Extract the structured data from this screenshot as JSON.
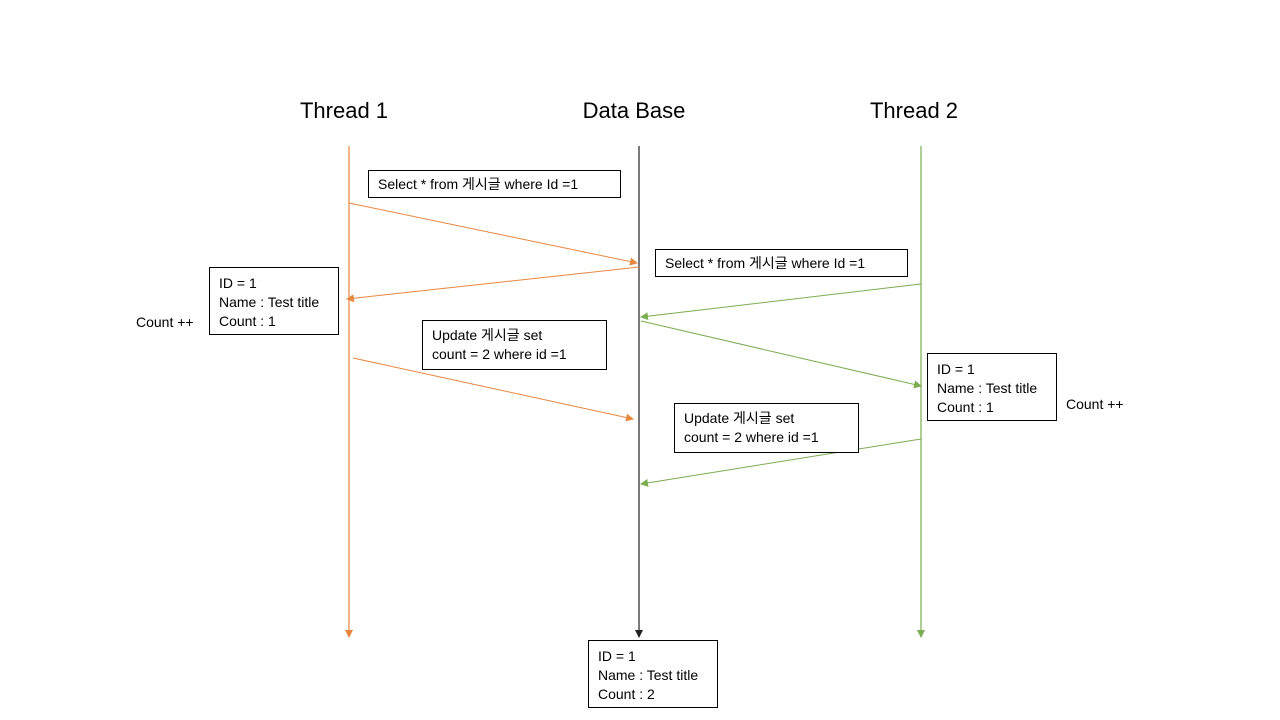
{
  "lanes": {
    "thread1": "Thread 1",
    "database": "Data Base",
    "thread2": "Thread 2"
  },
  "colors": {
    "thread1": "#e8873e",
    "database": "#222222",
    "thread2": "#7aad4f"
  },
  "messages": {
    "t1_select": "Select * from 게시글 where Id =1",
    "t2_select": "Select * from 게시글 where Id =1",
    "t1_update": [
      "Update 게시글 set",
      "count = 2 where id =1"
    ],
    "t2_update": [
      "Update 게시글 set",
      "count = 2 where id =1"
    ]
  },
  "records": {
    "t1_result": [
      "ID = 1",
      "Name : Test title",
      "Count : 1"
    ],
    "t2_result": [
      "ID = 1",
      "Name : Test title",
      "Count : 1"
    ],
    "db_final": [
      "ID = 1",
      "Name : Test title",
      "Count : 2"
    ]
  },
  "notes": {
    "t1_count": "Count ++",
    "t2_count": "Count ++"
  }
}
